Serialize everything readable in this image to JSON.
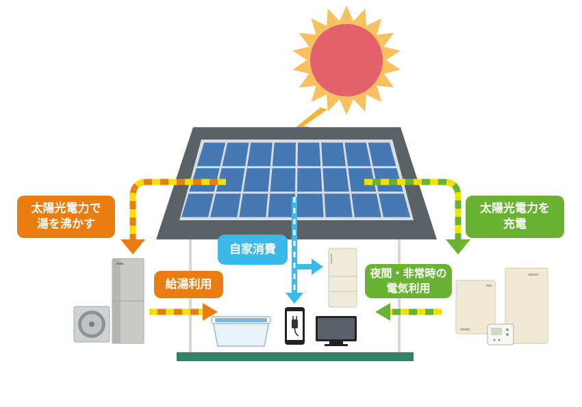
{
  "labels": {
    "solar_to_hot_water": {
      "line1": "太陽光電力で",
      "line2": "湯を沸かす"
    },
    "hot_water_use": "給湯利用",
    "self_consumption": "自家消費",
    "night_emergency": {
      "line1": "夜間・非常時の",
      "line2": "電気利用"
    },
    "solar_to_charge": {
      "line1": "太陽光電力を",
      "line2": "充電"
    }
  },
  "colors": {
    "orange": "#ea7d12",
    "green": "#6ab234",
    "blue": "#3bb9e9",
    "yellow": "#f2e100",
    "sun": "#e2616a",
    "sun_rays": "#f6c15e",
    "roof": "#5a6266",
    "panel_cell": "#4678b4",
    "house_base": "#2e8564"
  },
  "icons": [
    "sun-icon",
    "lightning-icon",
    "solar-panel-icon",
    "heat-pump-unit-icon",
    "water-heater-tank-icon",
    "bathtub-icon",
    "smartphone-charging-icon",
    "tv-icon",
    "refrigerator-icon",
    "storage-battery-icon",
    "controller-icon"
  ]
}
